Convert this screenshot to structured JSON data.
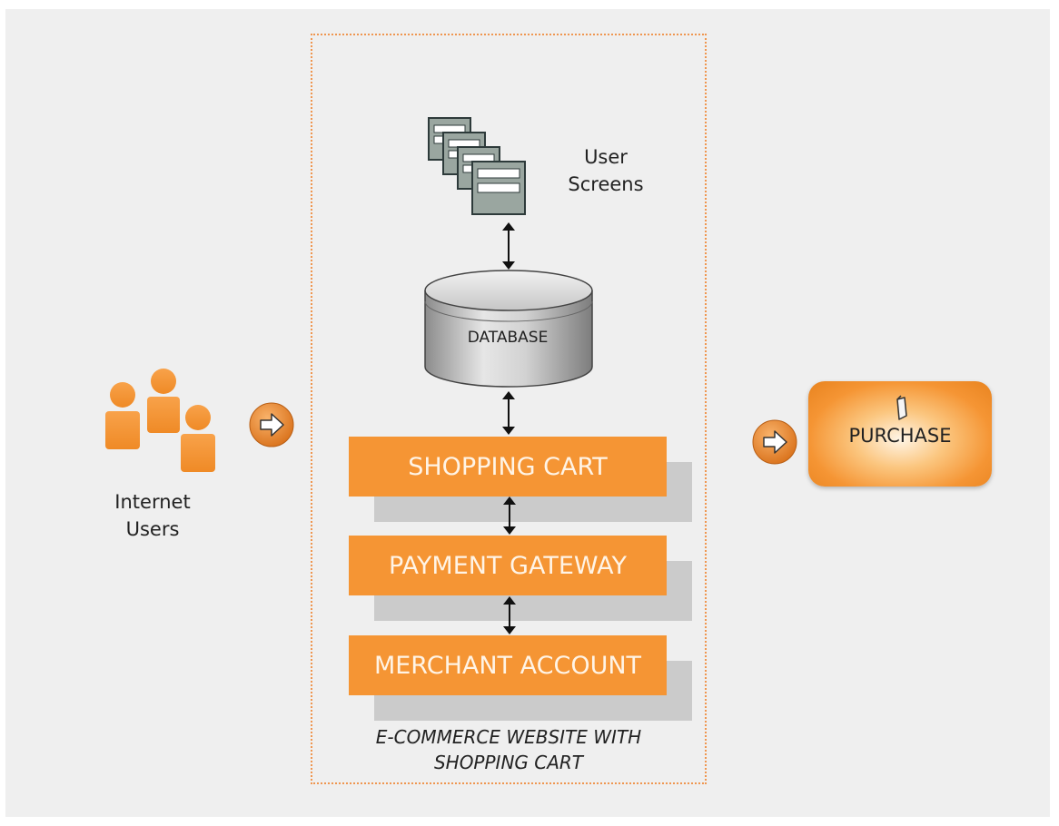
{
  "diagram": {
    "users_label_line1": "Internet",
    "users_label_line2": "Users",
    "screens_label_line1": "User",
    "screens_label_line2": "Screens",
    "database_label": "DATABASE",
    "layers": [
      {
        "label": "SHOPPING CART"
      },
      {
        "label": "PAYMENT GATEWAY"
      },
      {
        "label": "MERCHANT ACCOUNT"
      }
    ],
    "caption_line1": "E-COMMERCE WEBSITE WITH",
    "caption_line2": "SHOPPING CART",
    "purchase_label": "PURCHASE"
  },
  "colors": {
    "accent": "#f59534",
    "dotted_border": "#ef9650",
    "background": "#efefef",
    "shadow": "#cbcbcb"
  },
  "icons": [
    "users-group-icon",
    "arrow-right-circle-icon",
    "user-screens-icon",
    "database-cylinder-icon",
    "double-arrow-icon",
    "pen-icon"
  ]
}
